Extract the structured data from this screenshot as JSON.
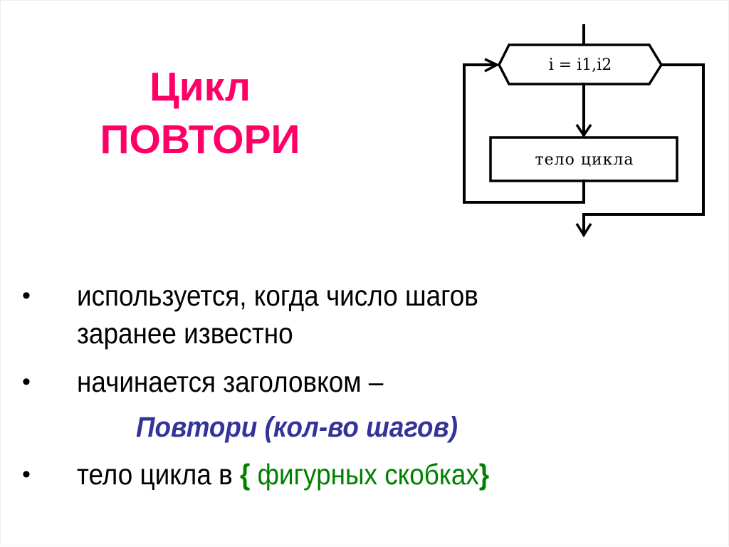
{
  "title": {
    "line1": "Цикл",
    "line2": "ПОВТОРИ",
    "color": "#ff0066"
  },
  "flowchart": {
    "header_label": "i = i1,i2",
    "body_label": "тело цикла"
  },
  "bullets": [
    {
      "marker": "•",
      "line1": "используется, когда число шагов",
      "line2": "заранее известно"
    },
    {
      "marker": "•",
      "text": "начинается заголовком  –"
    },
    {
      "marker": "•",
      "prefix": "тело цикла  в ",
      "open_brace": "{",
      "green_text": " фигурных скобках",
      "close_brace": "}"
    }
  ],
  "header_syntax": {
    "text": "Повтори (кол-во шагов)",
    "color": "#333399"
  },
  "accent_green": "#008000"
}
